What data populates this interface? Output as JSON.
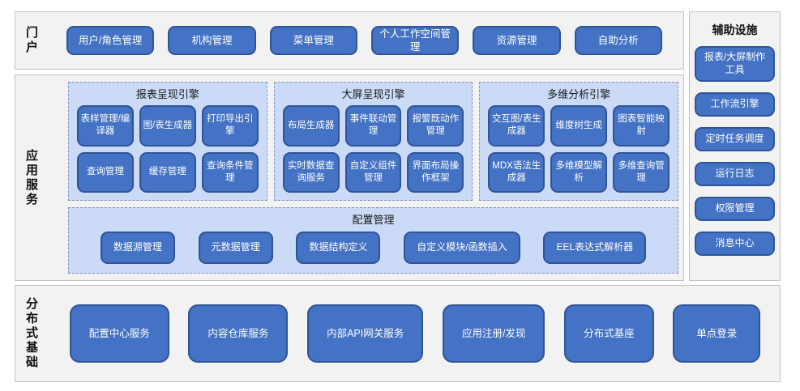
{
  "portal": {
    "label": "门户",
    "items": [
      "用户/角色管理",
      "机构管理",
      "菜单管理",
      "个人工作空间管理",
      "资源管理",
      "自助分析"
    ]
  },
  "app_services": {
    "label": "应用服务",
    "engines": [
      {
        "title": "报表呈现引擎",
        "items": [
          "表样管理/编译器",
          "图/表生成器",
          "打印导出引擎",
          "查询管理",
          "缓存管理",
          "查询条件管理"
        ]
      },
      {
        "title": "大屏呈现引擎",
        "items": [
          "布局生成器",
          "事件联动管理",
          "报警既动作管理",
          "实时数据查询服务",
          "自定义组件管理",
          "界面布局操作框架"
        ]
      },
      {
        "title": "多维分析引擎",
        "items": [
          "交互图/表生成器",
          "维度树生成",
          "图表智能映射",
          "MDX语法生成器",
          "多维模型解析",
          "多维查询管理"
        ]
      }
    ],
    "config": {
      "title": "配置管理",
      "items": [
        "数据源管理",
        "元数据管理",
        "数据结构定义",
        "自定义模块/函数插入",
        "EEL表达式解析器"
      ]
    }
  },
  "auxiliary": {
    "label": "辅助设施",
    "items": [
      "报表/大屏制作工具",
      "工作流引擎",
      "定时任务调度",
      "运行日志",
      "权限管理",
      "消息中心"
    ]
  },
  "distributed": {
    "label": "分布式基础",
    "items": [
      "配置中心服务",
      "内容仓库服务",
      "内部API网关服务",
      "应用注册/发现",
      "分布式基座",
      "单点登录"
    ]
  },
  "colors": {
    "node_fill": "#4472C4",
    "node_border": "#2F5597",
    "panel_fill": "#CBDBF7",
    "panel_border": "#8894B8",
    "section_fill": "#F2F2F2",
    "section_border": "#C3C3C3"
  }
}
